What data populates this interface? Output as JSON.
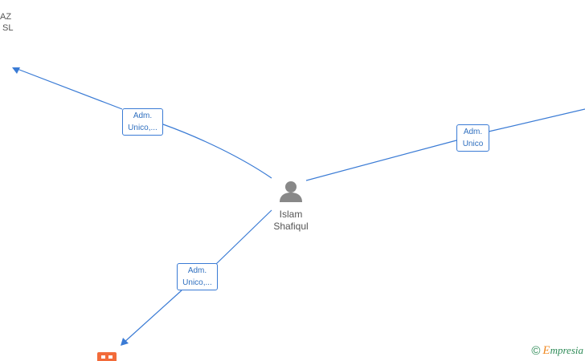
{
  "nodes": {
    "center": {
      "name_line1": "Islam",
      "name_line2": "Shafiqul",
      "icon": "person-icon"
    },
    "top_left_company": {
      "line1": "AZ",
      "line2": "SL"
    },
    "bottom_left_company": {
      "icon": "building-icon",
      "color": "#f26b3a"
    }
  },
  "edges": {
    "to_top_left": {
      "label_line1": "Adm.",
      "label_line2": "Unico,..."
    },
    "to_right": {
      "label_line1": "Adm.",
      "label_line2": "Unico"
    },
    "to_bottom_left": {
      "label_line1": "Adm.",
      "label_line2": "Unico,..."
    }
  },
  "colors": {
    "edge": "#3a7bd5",
    "node_text": "#555555",
    "brand": "#2e8b57"
  },
  "brand": {
    "copyright_symbol": "©",
    "first_letter": "E",
    "rest": "mpresia"
  }
}
